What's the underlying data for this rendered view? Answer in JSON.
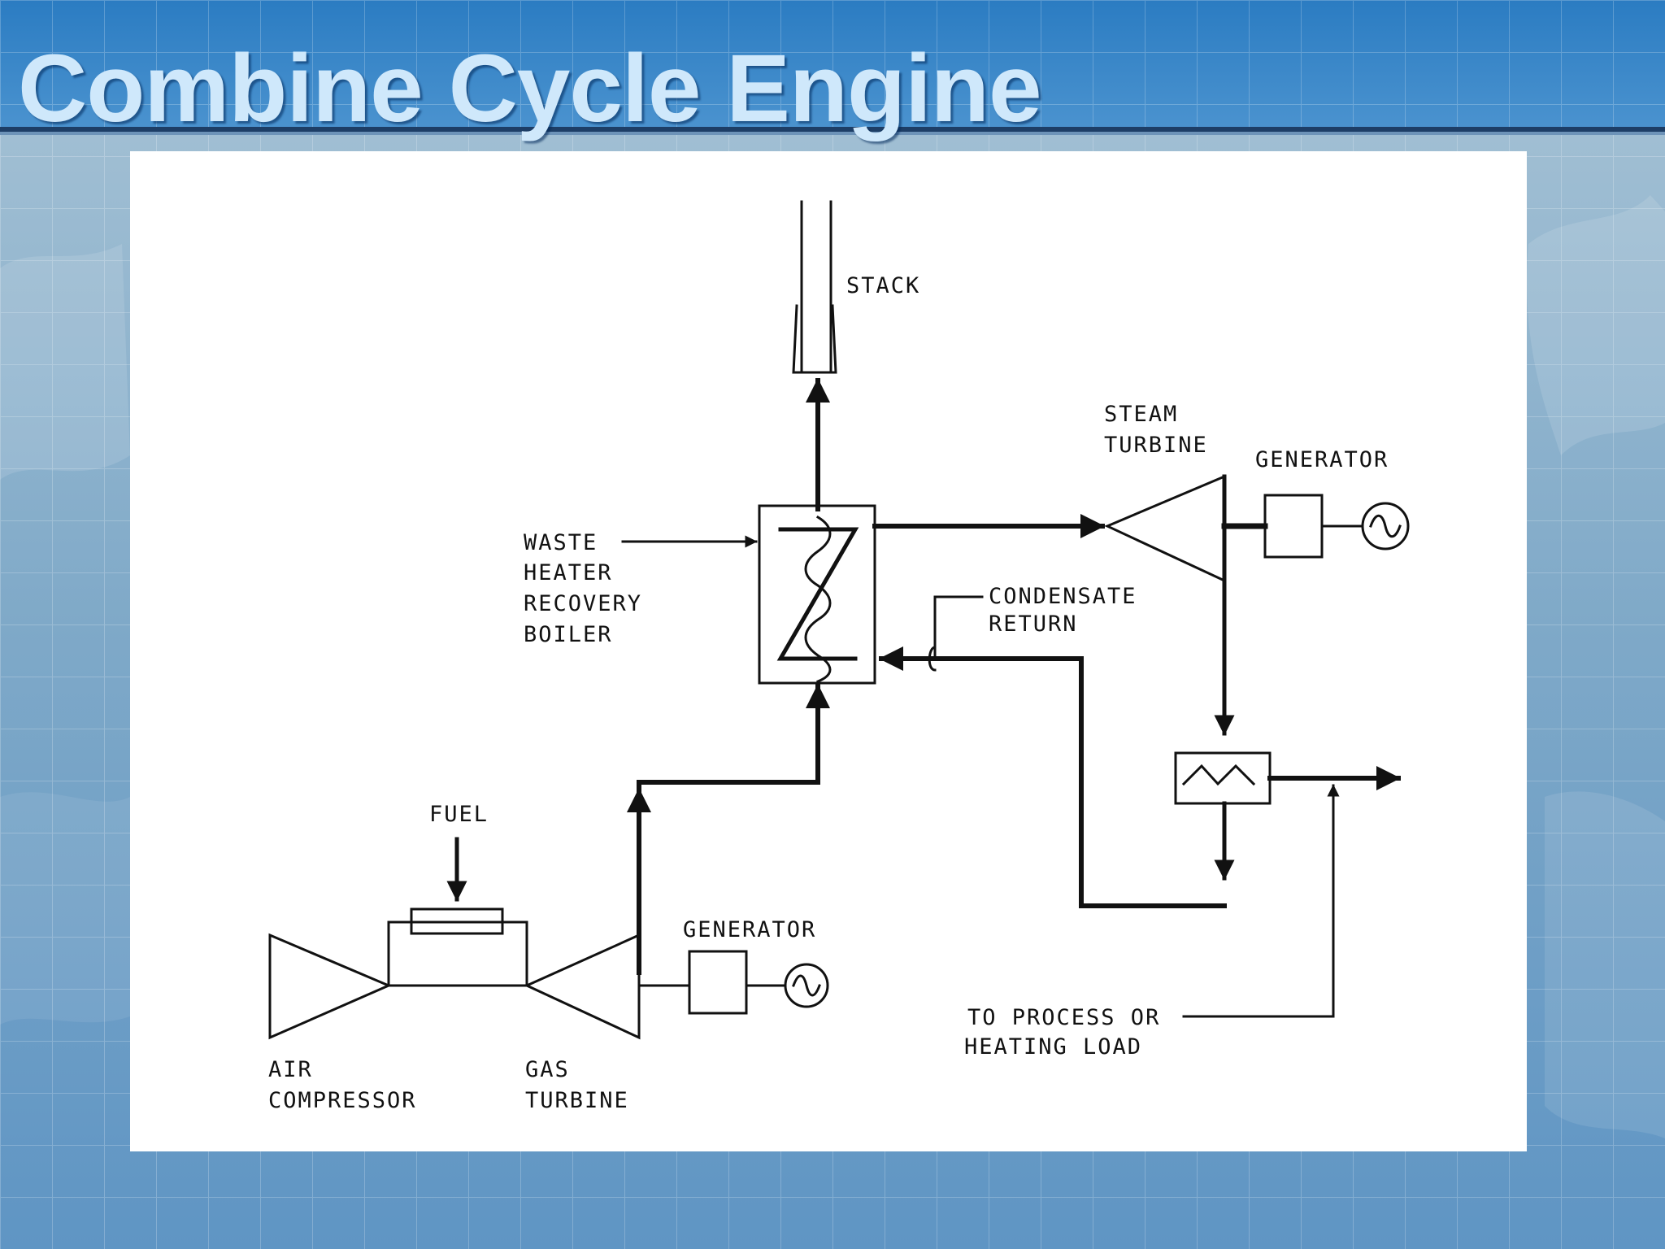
{
  "slide": {
    "title": "Combine Cycle Engine"
  },
  "diagram": {
    "labels": {
      "stack": "STACK",
      "steam_turbine_1": "STEAM",
      "steam_turbine_2": "TURBINE",
      "generator_top": "GENERATOR",
      "whrb_1": "WASTE",
      "whrb_2": "HEATER",
      "whrb_3": "RECOVERY",
      "whrb_4": "BOILER",
      "condensate_1": "CONDENSATE",
      "condensate_2": "RETURN",
      "fuel": "FUEL",
      "generator_bottom": "GENERATOR",
      "process_1": "TO PROCESS OR",
      "process_2": "HEATING LOAD",
      "air_1": "AIR",
      "air_2": "COMPRESSOR",
      "gas_1": "GAS",
      "gas_2": "TURBINE"
    }
  },
  "colors": {
    "background_blue": "#2f7fc4",
    "title_text": "#cfe8fb",
    "line": "#111111"
  }
}
